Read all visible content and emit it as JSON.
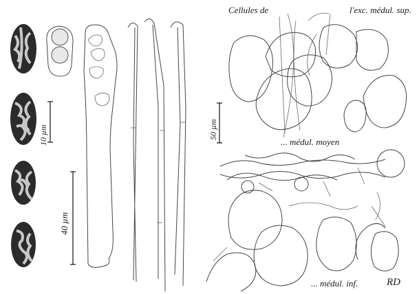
{
  "labels": {
    "cells_prefix": "Cellules de",
    "exc_medul_sup": "l'exc. médul. sup.",
    "medul_moyen": "... médul. moyen",
    "medul_inf": "... médul. inf.",
    "author": "RD"
  },
  "scales": {
    "spores": "10 µm",
    "elements": "40 µm",
    "cells": "50 µm"
  },
  "colors": {
    "ink": "#1a1a1a",
    "spore_dark": "#2b2b2b",
    "spore_light": "#bdbdbd"
  }
}
